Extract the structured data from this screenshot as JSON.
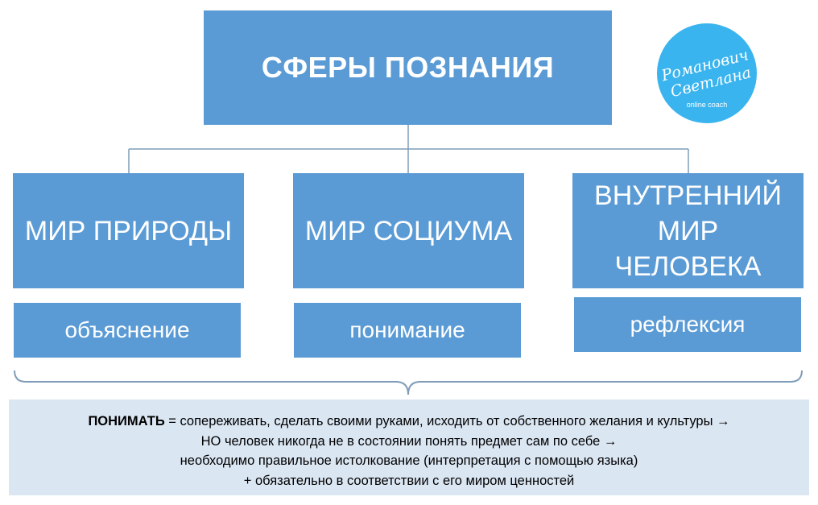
{
  "diagram": {
    "title": "СФЕРЫ ПОЗНАНИЯ",
    "spheres": [
      {
        "label": "МИР ПРИРОДЫ",
        "method": "объяснение"
      },
      {
        "label": "МИР СОЦИУМА",
        "method": "понимание"
      },
      {
        "label": "ВНУТРЕННИЙ МИР ЧЕЛОВЕКА",
        "method": "рефлексия"
      }
    ]
  },
  "logo": {
    "line1": "Романович",
    "line2": "Светлана",
    "caption": "online coach",
    "color": "#3ab4ee"
  },
  "note": {
    "term": "ПОНИМАТЬ",
    "line1_rest": " = сопереживать, сделать своими руками, исходить от собственного желания и культуры →",
    "line2": "НО человек никогда не в состоянии понять предмет сам по себе →",
    "line3": "необходимо правильное истолкование (интерпретация с помощью языка)",
    "line4": "+ обязательно в соответствии с его миром ценностей"
  },
  "colors": {
    "box": "#5b9bd5",
    "connector": "#7f9db9",
    "note_bg": "#dbe6f3"
  }
}
